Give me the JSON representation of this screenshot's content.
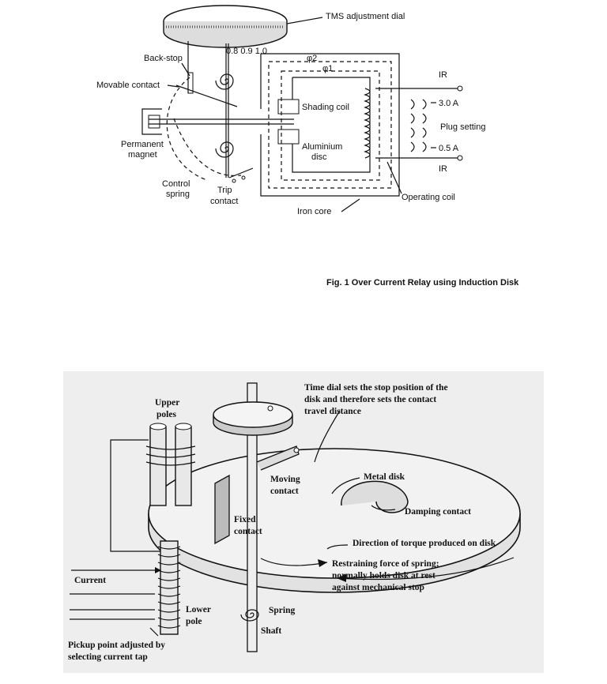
{
  "figure1": {
    "labels": {
      "tms": "TMS adjustment dial",
      "dial_scale": "0.8 0.9 1.0",
      "phi2": "φ2",
      "phi1": "φ1",
      "ir_top": "IR",
      "backstop": "Back-stop",
      "movable": "Movable contact",
      "shading": "Shading coil",
      "a30": "3.0 A",
      "plug": "Plug setting",
      "a05": "0.5 A",
      "ir_bottom": "IR",
      "magnet1": "Permanent",
      "magnet2": "magnet",
      "aluminium1": "Aluminium",
      "aluminium2": "disc",
      "control1": "Control",
      "control2": "spring",
      "trip1": "Trip",
      "trip2": "contact",
      "operating": "Operating coil",
      "ironcore": "Iron core"
    },
    "caption": "Fig. 1  Over Current Relay using Induction Disk"
  },
  "figure2": {
    "labels": {
      "timedial1": "Time dial sets the stop position of the",
      "timedial2": "disk and therefore sets the contact",
      "timedial3": "travel distance",
      "upper1": "Upper",
      "upper2": "poles",
      "moving1": "Moving",
      "moving2": "contact",
      "metal": "Metal disk",
      "damping": "Damping contact",
      "fixed1": "Fixed",
      "fixed2": "contact",
      "torque": "Direction of torque produced on disk",
      "current": "Current",
      "restrain1": "Restraining force of spring;",
      "restrain2": "normally holds disk at rest",
      "restrain3": "against mechanical stop",
      "lower1": "Lower",
      "lower2": "pole",
      "spring": "Spring",
      "shaft": "Shaft",
      "pickup1": "Pickup point adjusted by",
      "pickup2": "selecting current tap"
    }
  }
}
